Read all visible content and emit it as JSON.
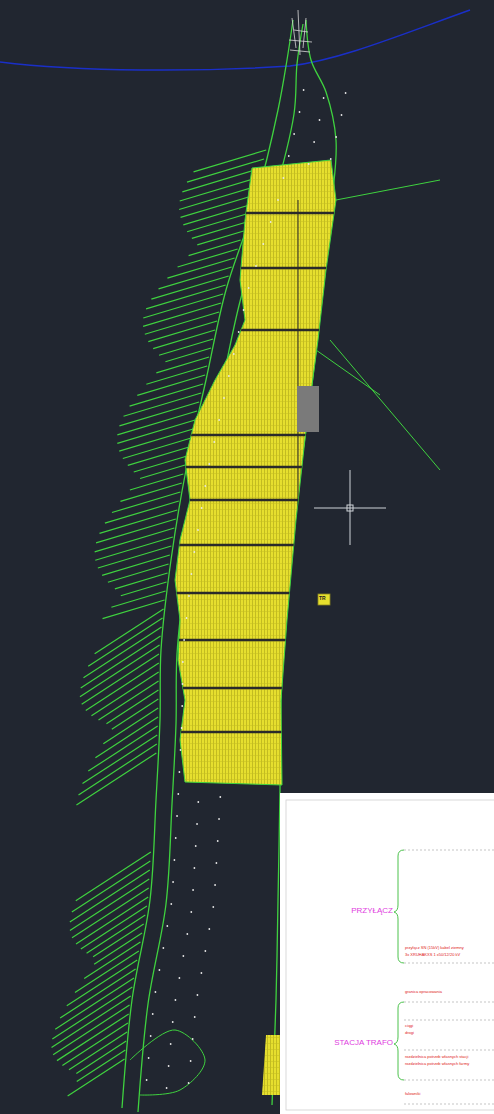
{
  "diagram": {
    "labels": [
      "PRZYŁĄCZ",
      "przyłącz SN (15kV) kabel ziemny",
      "3x XRUHAKXS 1 x50/12/20 kV",
      "granica opracowania",
      "STACJA TRAFO",
      "ciągi",
      "drogi",
      "rozdzielnica potrzeb własnych stacji",
      "rozdzielnica potrzeb własnych farmy",
      "falowniki",
      "TR"
    ]
  }
}
